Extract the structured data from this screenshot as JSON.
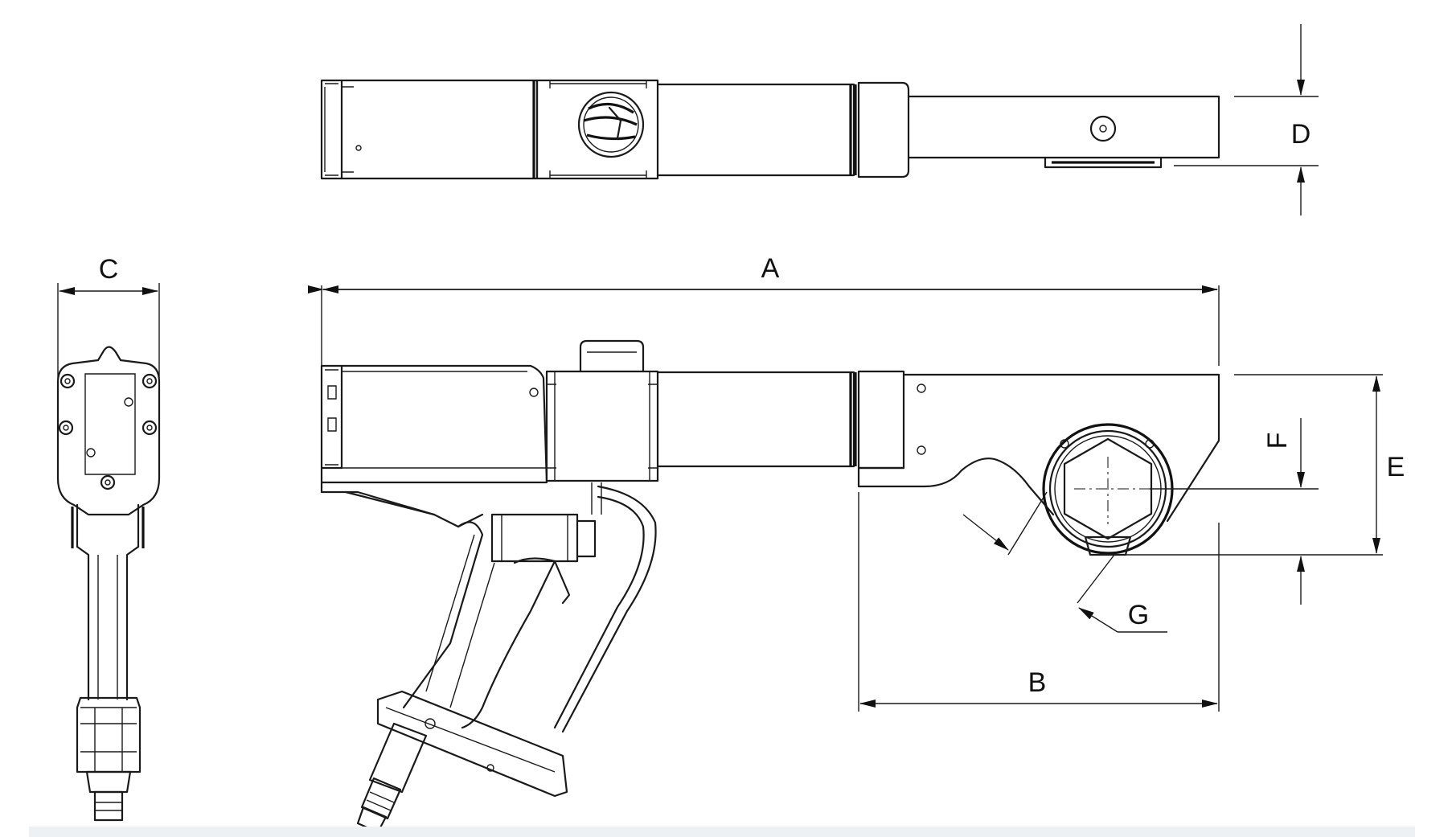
{
  "diagram": {
    "dimension_labels": {
      "A": "A",
      "B": "B",
      "C": "C",
      "D": "D",
      "E": "E",
      "F": "F",
      "G": "G"
    }
  },
  "colors": {
    "line": "#1a1a1a",
    "background": "#ffffff"
  }
}
